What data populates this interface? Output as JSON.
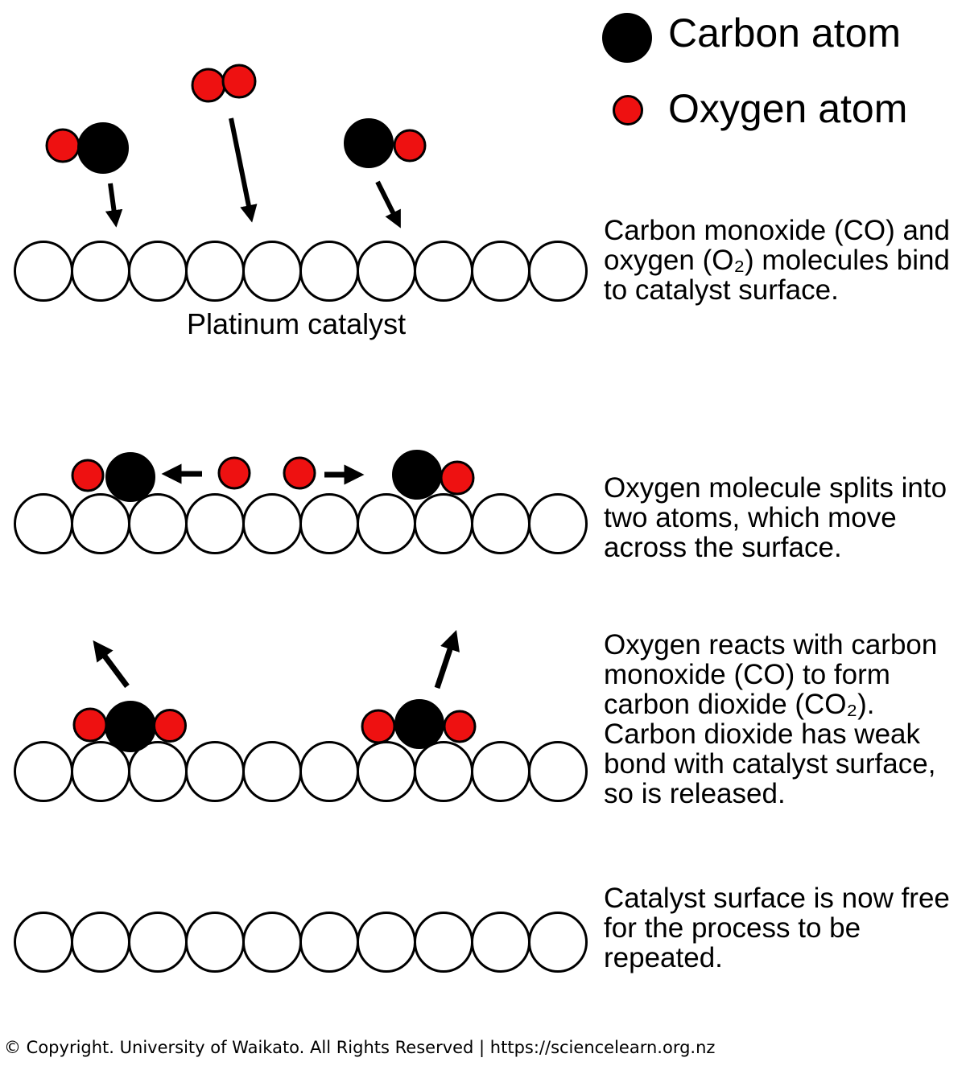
{
  "colors": {
    "carbon": "#000000",
    "oxygen": "#ee1111",
    "background": "#ffffff"
  },
  "legend": {
    "items": [
      {
        "icon": "carbon-atom",
        "label": "Carbon atom"
      },
      {
        "icon": "oxygen-atom",
        "label": "Oxygen atom"
      }
    ]
  },
  "diagram": {
    "surface_label": "Platinum catalyst",
    "steps": [
      {
        "description": "Carbon monoxide (CO) and\noxygen (O₂) molecules bind\nto catalyst surface."
      },
      {
        "description": "Oxygen molecule splits into\ntwo atoms, which move\nacross the surface."
      },
      {
        "description": "Oxygen reacts with carbon\nmonoxide (CO) to form\ncarbon dioxide (CO₂).\nCarbon dioxide has weak\nbond with catalyst surface,\nso is released."
      },
      {
        "description": "Catalyst surface is now free\nfor the process to be\nrepeated."
      }
    ]
  },
  "footer": {
    "copyright": "© Copyright. University of Waikato. All Rights Reserved | https://sciencelearn.org.nz"
  }
}
